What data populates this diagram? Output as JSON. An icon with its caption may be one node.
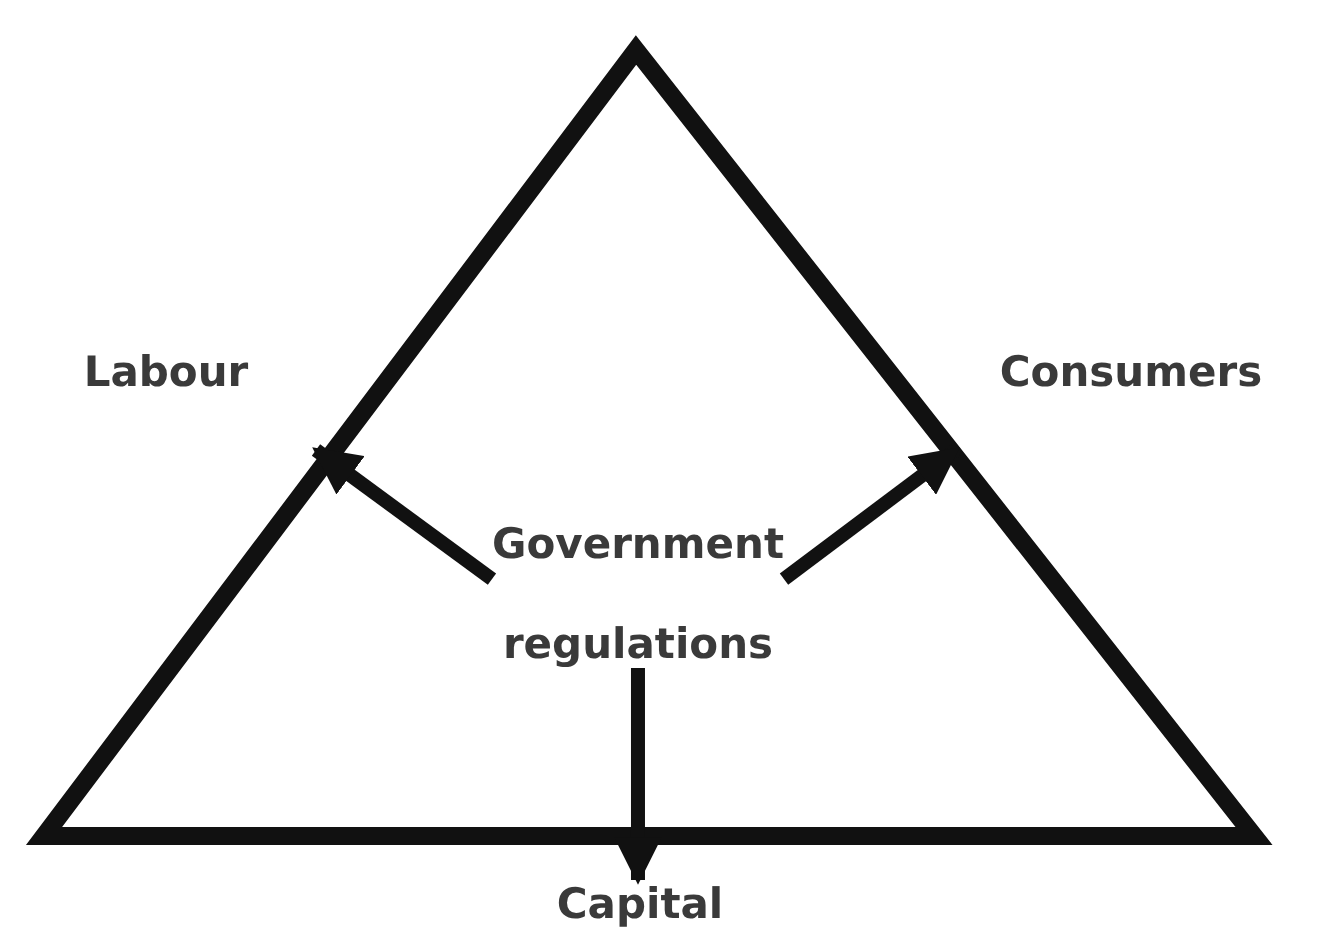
{
  "diagram": {
    "nodes": [
      {
        "text": [],
        "shape": "triangle"
      },
      {
        "text": [
          "Government regulations"
        ],
        "in": 0
      },
      {
        "text": [
          "Capital"
        ]
      }
    ],
    "edges": [
      {
        "from": 1,
        "to": null,
        "arrow": "to"
      },
      {
        "from": 1,
        "to": null,
        "arrow": "to"
      },
      {
        "from": 1,
        "to": 2,
        "arrow": "to"
      }
    ],
    "labels": [
      "Labour",
      "Consumers"
    ]
  }
}
